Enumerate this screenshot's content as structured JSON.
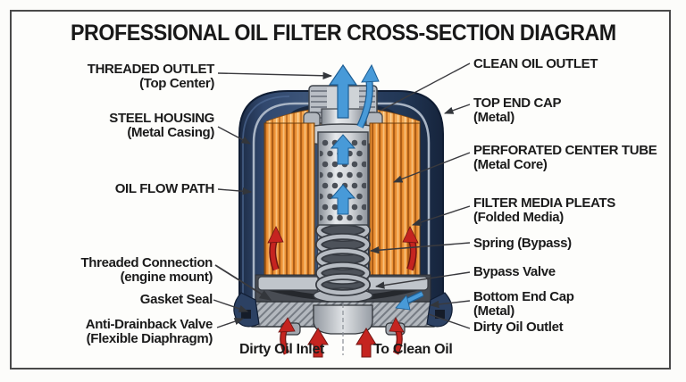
{
  "title": "PROFESSIONAL OIL FILTER CROSS-SECTION DIAGRAM",
  "labels": {
    "left": [
      {
        "line1": "THREADED OUTLET",
        "line2": "(Top Center)"
      },
      {
        "line1": "STEEL HOUSING",
        "line2": "(Metal Casing)"
      },
      {
        "line1": "OIL FLOW PATH",
        "line2": ""
      },
      {
        "line1": "Threaded Connection",
        "line2": "(engine mount)"
      },
      {
        "line1": "Gasket Seal",
        "line2": ""
      },
      {
        "line1": "Anti-Drainback Valve",
        "line2": "(Flexible Diaphragm)"
      }
    ],
    "right": [
      {
        "line1": "CLEAN OIL OUTLET",
        "line2": ""
      },
      {
        "line1": "TOP END CAP",
        "line2": "(Metal)"
      },
      {
        "line1": "PERFORATED CENTER TUBE",
        "line2": "(Metal Core)"
      },
      {
        "line1": "FILTER MEDIA PLEATS",
        "line2": "(Folded Media)"
      },
      {
        "line1": "Spring (Bypass)",
        "line2": ""
      },
      {
        "line1": "Bypass Valve",
        "line2": ""
      },
      {
        "line1": "Bottom End Cap",
        "line2": "(Metal)"
      },
      {
        "line1": "Dirty Oil Outlet",
        "line2": ""
      }
    ],
    "bottom": [
      {
        "text": "Dirty Oil Inlet"
      },
      {
        "text": "To Clean Oil"
      }
    ]
  },
  "colors": {
    "frame_border": "#4a4a4a",
    "housing_navy": "#2c4163",
    "pleats_orange": "#ee9336",
    "metal_gray": "#c9cdd2",
    "arrow_blue": "#489ad8",
    "arrow_red": "#c52420",
    "leader_line": "#3a3a3e",
    "text": "#1b1b1b"
  }
}
